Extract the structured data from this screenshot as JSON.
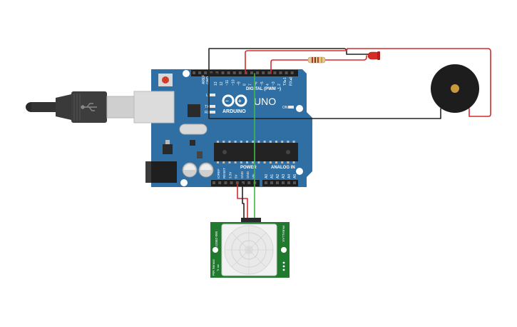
{
  "board": {
    "brand": "ARDUINO",
    "model": "UNO",
    "digital_header": "DIGITAL (PWM ~)",
    "power_header": "POWER",
    "analog_header": "ANALOG IN",
    "on_label": "ON",
    "led_l": "L",
    "led_tx": "TX",
    "led_rx": "RX",
    "aref": "AREF",
    "gnd": "GND",
    "digital_pins": [
      "13",
      "12",
      "~11",
      "~10",
      "~9",
      "8",
      "7",
      "~6",
      "~5",
      "4",
      "~3",
      "2",
      "TX▸1",
      "RX◂0"
    ],
    "power_pins": [
      "IOREF",
      "RESET",
      "3.3V",
      "5V",
      "GND",
      "GND",
      "Vin"
    ],
    "analog_pins": [
      "A0",
      "A1",
      "A2",
      "A3",
      "A4",
      "A5"
    ]
  },
  "sensor": {
    "left_text": "PIR Sensor",
    "left_text2": "Tr ◂ ▸",
    "right_text": "555-28027",
    "right_text2": "PARALLAX"
  },
  "colors": {
    "board": "#2a6a9e",
    "wire_red": "#d32c2c",
    "wire_black": "#222222",
    "wire_green": "#3fb84a",
    "sensor_pcb": "#1f7a2e",
    "buzzer": "#1d1d1d"
  }
}
